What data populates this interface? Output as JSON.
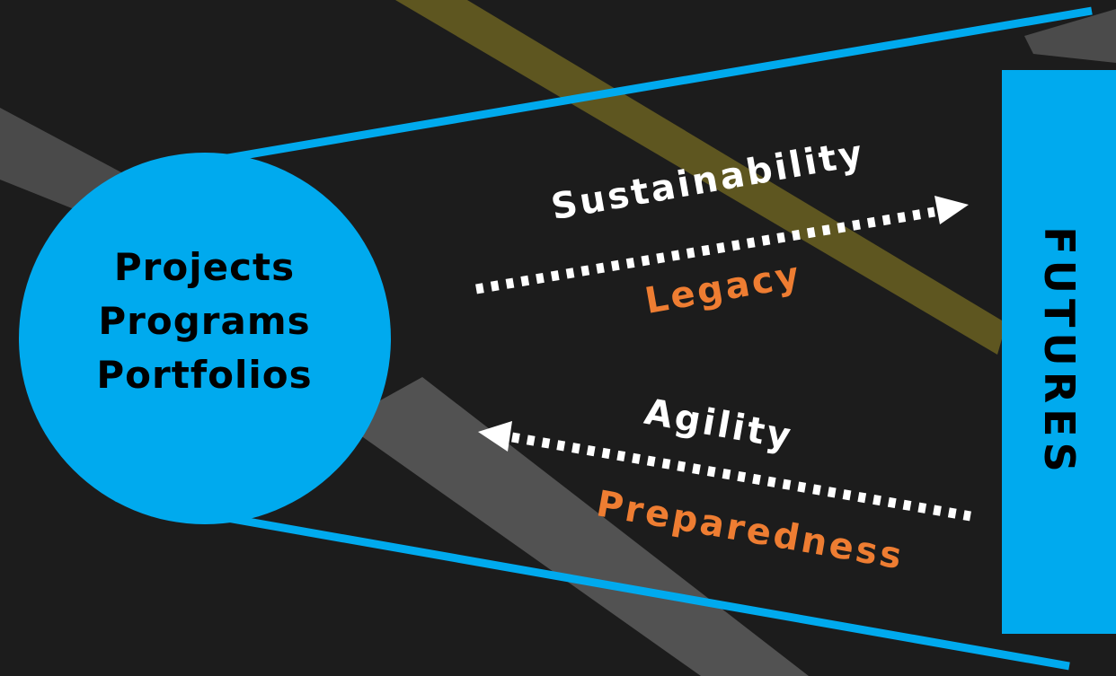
{
  "colors": {
    "accent": "#00aaee",
    "arrow": "#ffffff",
    "highlight": "#ee7d32",
    "road": "#1c1c1c",
    "road_line": "#6f6f6f",
    "center_line": "#8a7f2a"
  },
  "circle": {
    "lines": [
      "Projects",
      "Programs",
      "Portfolios"
    ]
  },
  "forward": {
    "top_label": "Sustainability",
    "bottom_label": "Legacy",
    "direction": "right"
  },
  "backward": {
    "top_label": "Agility",
    "bottom_label": "Preparedness",
    "direction": "left"
  },
  "target": {
    "label": "FUTURES"
  }
}
